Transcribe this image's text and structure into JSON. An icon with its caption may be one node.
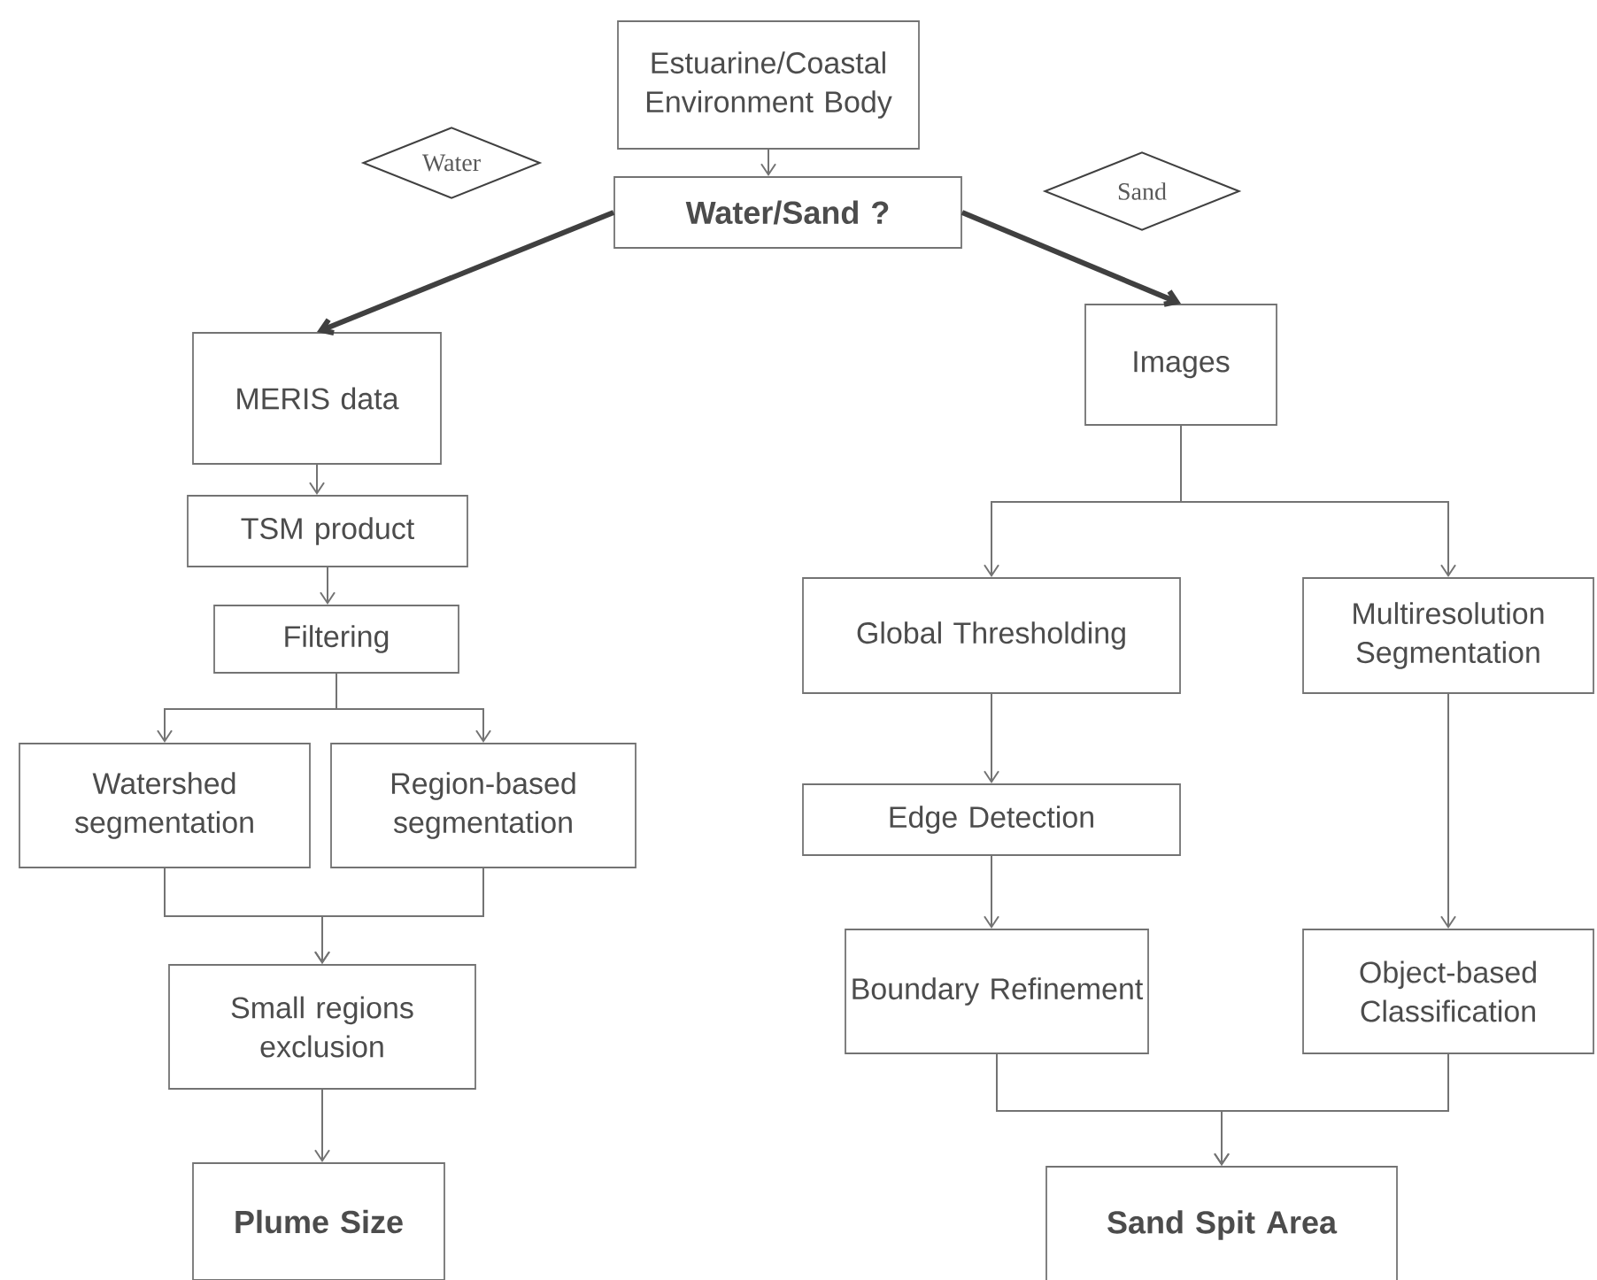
{
  "diagram": {
    "nodes": [
      {
        "text": [
          "Estuarine/Coastal Environment Body"
        ]
      },
      {
        "text": [
          "Water/Sand ?"
        ]
      },
      {
        "text": [
          "Water"
        ]
      },
      {
        "text": [
          "Sand"
        ]
      },
      {
        "text": [
          "MERIS data"
        ]
      },
      {
        "text": [
          "Images"
        ]
      },
      {
        "text": [
          "TSM product"
        ]
      },
      {
        "text": [
          "Filtering"
        ]
      },
      {
        "text": [
          "Watershed segmentation"
        ]
      },
      {
        "text": [
          "Region-based segmentation"
        ]
      },
      {
        "text": [
          "Small regions exclusion"
        ]
      },
      {
        "text": [
          "Plume Size"
        ]
      },
      {
        "text": [
          "Global Thresholding"
        ]
      },
      {
        "text": [
          "Multiresolution Segmentation"
        ]
      },
      {
        "text": [
          "Edge Detection"
        ]
      },
      {
        "text": [
          "Boundary Refinement"
        ]
      },
      {
        "text": [
          "Object-based Classification"
        ]
      },
      {
        "text": [
          "Sand Spit Area"
        ]
      }
    ],
    "edges": [
      {
        "from": 0,
        "to": 1,
        "arrow": "to"
      },
      {
        "from": 1,
        "to": 4,
        "arrow": "to",
        "style": "thick"
      },
      {
        "from": 1,
        "to": 5,
        "arrow": "to",
        "style": "thick"
      },
      {
        "from": 4,
        "to": 6,
        "arrow": "to"
      },
      {
        "from": 6,
        "to": 7,
        "arrow": "to"
      },
      {
        "from": 7,
        "to": 8,
        "arrow": "to"
      },
      {
        "from": 7,
        "to": 9,
        "arrow": "to"
      },
      {
        "from": 8,
        "to": 10,
        "arrow": "to"
      },
      {
        "from": 9,
        "to": 10,
        "arrow": "to"
      },
      {
        "from": 10,
        "to": 11,
        "arrow": "to"
      },
      {
        "from": 5,
        "to": 12,
        "arrow": "to"
      },
      {
        "from": 5,
        "to": 13,
        "arrow": "to"
      },
      {
        "from": 12,
        "to": 14,
        "arrow": "to"
      },
      {
        "from": 14,
        "to": 15,
        "arrow": "to"
      },
      {
        "from": 13,
        "to": 16,
        "arrow": "to"
      },
      {
        "from": 15,
        "to": 17,
        "arrow": "to"
      },
      {
        "from": 16,
        "to": 17,
        "arrow": "to"
      }
    ]
  }
}
